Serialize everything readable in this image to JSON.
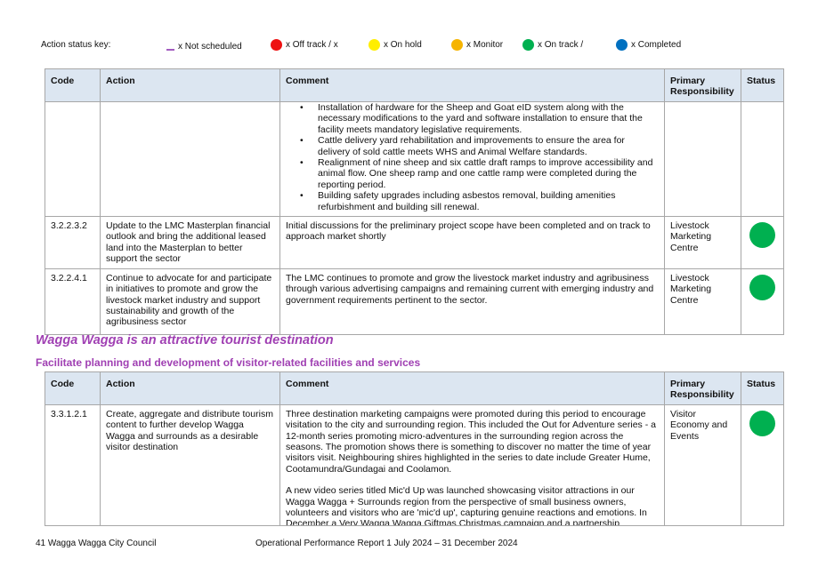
{
  "status_key": {
    "label": "Action status key:",
    "items": [
      {
        "label": "x Not scheduled",
        "color": "#a35cc0",
        "marker": "dash"
      },
      {
        "label": "x Off track / x",
        "color": "#ee1111",
        "marker": "dot"
      },
      {
        "label": "x On hold",
        "color": "#ffee00",
        "marker": "dot"
      },
      {
        "label": "x Monitor",
        "color": "#f6b400",
        "marker": "dot"
      },
      {
        "label": "x On track /",
        "color": "#00b050",
        "marker": "dot"
      },
      {
        "label": "x Completed",
        "color": "#0070c0",
        "marker": "dot"
      }
    ]
  },
  "table_headers": {
    "code": "Code",
    "action": "Action",
    "comment": "Comment",
    "responsibility": "Primary Responsibility",
    "status": "Status"
  },
  "table1": {
    "continuation_bullets": [
      "Installation of hardware for the Sheep and Goat eID system along with the necessary modifications to the yard and software installation to ensure that the facility meets mandatory legislative requirements.",
      "Cattle delivery yard rehabilitation and improvements to ensure the area for delivery of sold cattle meets WHS and Animal Welfare standards.",
      "Realignment of nine sheep and six cattle draft ramps to improve accessibility and animal flow. One sheep ramp and one cattle ramp were completed during the reporting period.",
      "Building safety upgrades including asbestos removal, building amenities refurbishment and building sill renewal."
    ],
    "rows": [
      {
        "code": "3.2.2.3.2",
        "action": "Update to the LMC Masterplan financial outlook and bring the additional leased land into the Masterplan to better support the sector",
        "comment": "Initial discussions for the preliminary project scope have been completed and on track to approach market shortly",
        "responsibility": "Livestock Marketing Centre",
        "status": "On track",
        "status_color": "#00b050"
      },
      {
        "code": "3.2.2.4.1",
        "action": "Continue to advocate for and participate in initiatives to promote and grow the livestock market industry and support sustainability and growth of the agribusiness sector",
        "comment": "The LMC continues to promote and grow the livestock market industry and agribusiness through various advertising campaigns and remaining current with emerging industry and government requirements pertinent to the sector.",
        "responsibility": "Livestock Marketing Centre",
        "status": "On track",
        "status_color": "#00b050"
      }
    ]
  },
  "heading_main": "Wagga Wagga is an attractive tourist destination",
  "heading_sub": "Facilitate planning and development of visitor-related facilities and services",
  "table2": {
    "rows": [
      {
        "code": "3.3.1.2.1",
        "action": "Create, aggregate and distribute tourism content to further develop Wagga Wagga and surrounds as a desirable visitor destination",
        "comment_para1": "Three destination marketing campaigns were promoted during this period to encourage visitation to the city and surrounding region. This included the Out for Adventure series - a 12-month series promoting micro-adventures in the surrounding region across the seasons. The promotion shows there is something to discover no matter the time of year visitors visit. Neighbouring shires highlighted in the series to date include Greater Hume, Cootamundra/Gundagai and Coolamon.",
        "comment_para2": "A new video series titled Mic'd Up was launched showcasing visitor attractions in our Wagga Wagga + Surrounds region from the perspective of small business owners, volunteers and visitors who are 'mic'd up', capturing genuine reactions and emotions. In December a Very Wagga Wagga Giftmas Christmas campaign and a partnership",
        "responsibility": "Visitor Economy and Events",
        "status": "On track",
        "status_color": "#00b050"
      }
    ]
  },
  "footer": {
    "left": "41  Wagga Wagga City Council",
    "center": "Operational Performance Report 1 July 2024 – 31 December 2024"
  }
}
